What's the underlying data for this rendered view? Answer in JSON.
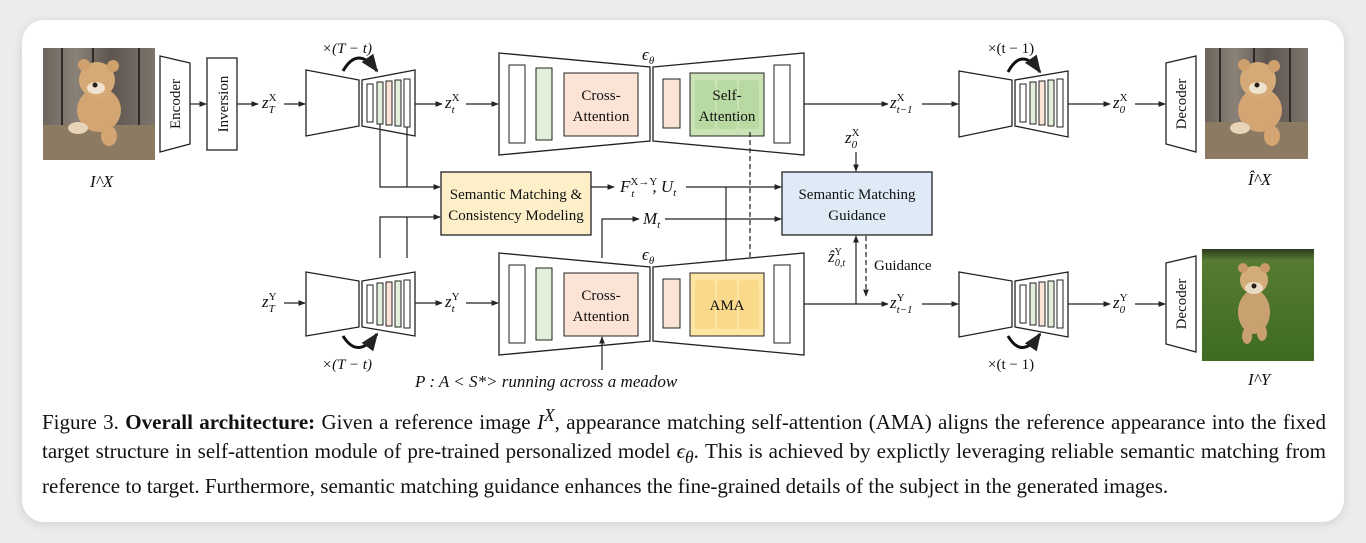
{
  "figure": {
    "caption": {
      "label": "Figure 3.",
      "title": "Overall architecture:",
      "text_1": "Given a reference image",
      "ref_symbol": "I",
      "ref_sup": "X",
      "text_2": ", appearance matching self-attention (AMA) aligns the reference appearance into the fixed target structure in self-attention module of pre-trained personalized model",
      "model_symbol": "ϵ",
      "model_sub": "θ",
      "text_3": ". This is achieved by explictly leveraging reliable semantic matching from reference to target. Furthermore, semantic matching guidance enhances the fine-grained details of the subject in the generated images."
    },
    "images": {
      "input_reference": "I^X",
      "output_reference": "Î^X",
      "output_target": "I^Y"
    },
    "blocks": {
      "encoder": "Encoder",
      "inversion": "Inversion",
      "decoder_top": "Decoder",
      "decoder_bottom": "Decoder",
      "cross_attention_top": [
        "Cross-",
        "Attention"
      ],
      "self_attention": [
        "Self-",
        "Attention"
      ],
      "cross_attention_bottom": [
        "Cross-",
        "Attention"
      ],
      "ama": "AMA",
      "semantic_matching_consistency": [
        "Semantic Matching &",
        "Consistency Modeling"
      ],
      "semantic_matching_guidance": [
        "Semantic Matching",
        "Guidance"
      ],
      "guidance_label": "Guidance"
    },
    "labels": {
      "repeat_T_minus_t_top": "×(T − t)",
      "repeat_T_minus_t_bottom": "×(T − t)",
      "repeat_t_minus_1_top": "×(t − 1)",
      "repeat_t_minus_1_bottom": "×(t − 1)",
      "unet_top": "ϵθ",
      "unet_bottom": "ϵθ",
      "z_T_X": "z_T^X",
      "z_t_X": "z_t^X",
      "z_t_minus_1_X": "z_{t−1}^X",
      "z_0_X_out": "z_0^X",
      "z_0_X_guidance": "z_0^X",
      "z_T_Y": "z_T^Y",
      "z_t_Y": "z_t^Y",
      "z_t_minus_1_Y": "z_{t−1}^Y",
      "z_0_Y": "z_0^Y",
      "z_hat_0t_Y": "ẑ_{0,t}^Y",
      "flow_uncertainty": "F_t^{X→Y}, U_t",
      "mask": "M_t",
      "prompt": "P : A < S*>  running across a meadow"
    },
    "colors": {
      "cross_attention": "#fbe3d6",
      "self_attention": "#c9e3b5",
      "self_attention_inner": "#b8d9a2",
      "ama": "#fde6a3",
      "ama_inner": "#fbd98a",
      "green_bar": "#e2efda",
      "pink_bar": "#fbe3d6",
      "consistency_box": "#fdf0c9",
      "guidance_box": "#deebf7"
    }
  }
}
